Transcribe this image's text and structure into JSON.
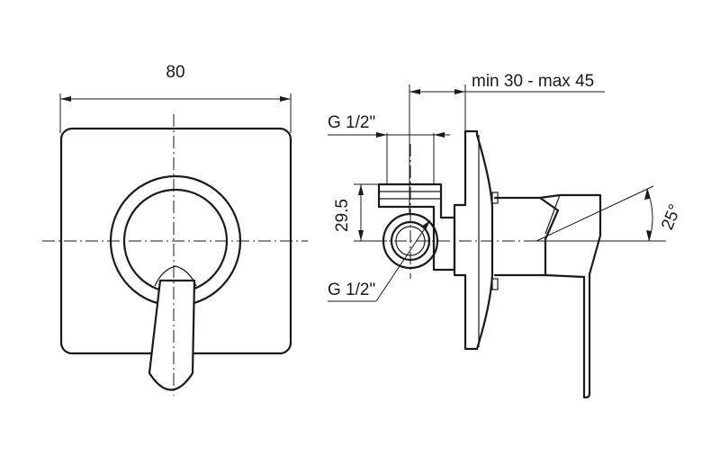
{
  "dimensions": {
    "width": "80",
    "depth_range": "min 30 - max 45",
    "inlet_thread_top": "G 1/2\"",
    "inlet_thread_bottom": "G 1/2\"",
    "height_offset": "29.5",
    "lever_angle": "25°"
  }
}
